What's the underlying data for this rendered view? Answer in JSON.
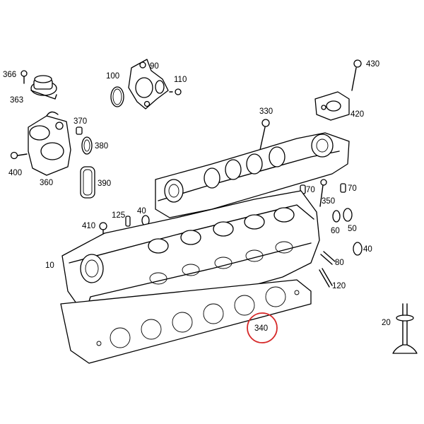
{
  "diagram": {
    "highlight_color": "#d62828",
    "highlighted_part": "340",
    "parts": [
      {
        "id": "p366",
        "label": "366"
      },
      {
        "id": "p363",
        "label": "363"
      },
      {
        "id": "p100",
        "label": "100"
      },
      {
        "id": "p90",
        "label": "90"
      },
      {
        "id": "p110",
        "label": "110"
      },
      {
        "id": "p430",
        "label": "430"
      },
      {
        "id": "p420",
        "label": "420"
      },
      {
        "id": "p370",
        "label": "370"
      },
      {
        "id": "p380",
        "label": "380"
      },
      {
        "id": "p330",
        "label": "330"
      },
      {
        "id": "p400",
        "label": "400"
      },
      {
        "id": "p360",
        "label": "360"
      },
      {
        "id": "p390",
        "label": "390"
      },
      {
        "id": "p70a",
        "label": "70"
      },
      {
        "id": "p70b",
        "label": "70"
      },
      {
        "id": "p350",
        "label": "350"
      },
      {
        "id": "p125",
        "label": "125"
      },
      {
        "id": "p40a",
        "label": "40"
      },
      {
        "id": "p410",
        "label": "410"
      },
      {
        "id": "p60",
        "label": "60"
      },
      {
        "id": "p50",
        "label": "50"
      },
      {
        "id": "p40b",
        "label": "40"
      },
      {
        "id": "p10",
        "label": "10"
      },
      {
        "id": "p80",
        "label": "80"
      },
      {
        "id": "p120",
        "label": "120"
      },
      {
        "id": "p340",
        "label": "340"
      },
      {
        "id": "p20",
        "label": "20"
      }
    ]
  }
}
